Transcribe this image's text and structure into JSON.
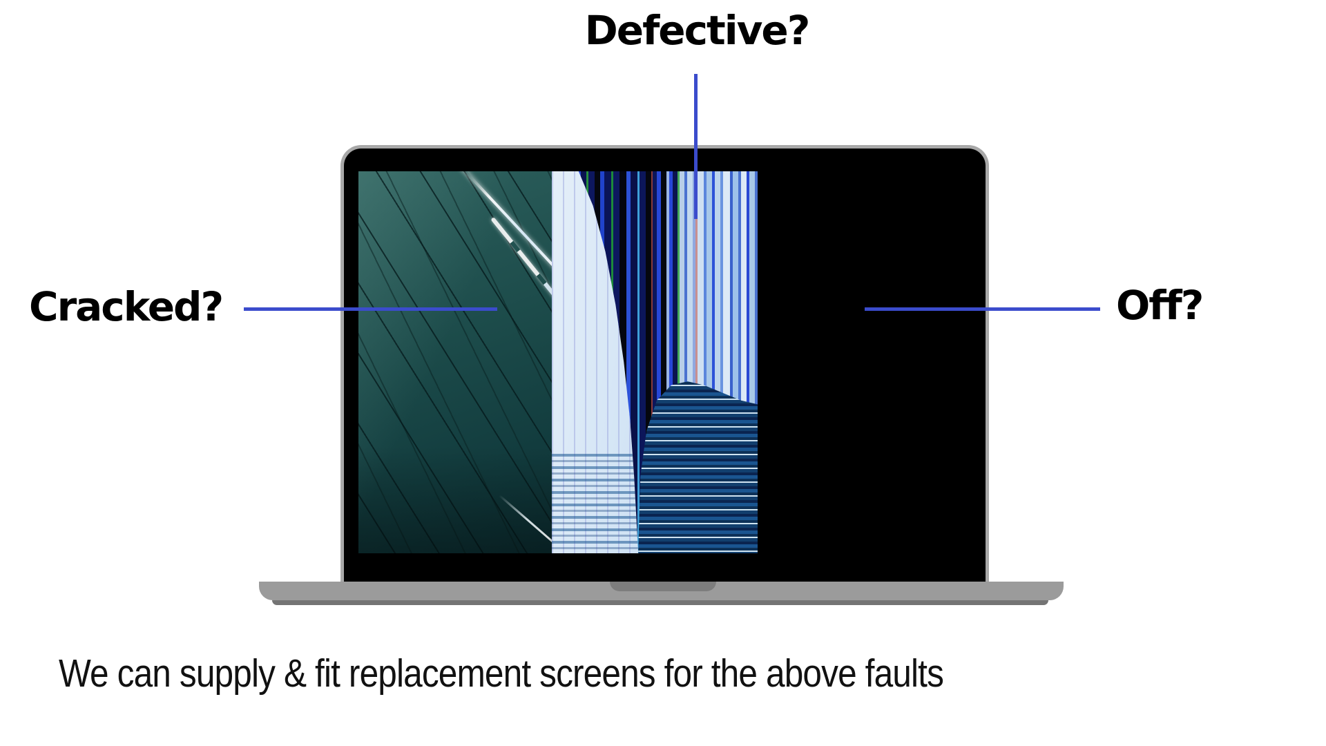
{
  "graphic": {
    "annotations": [
      {
        "label": "Cracked?"
      },
      {
        "label": "Defective?"
      },
      {
        "label": "Off?"
      }
    ],
    "caption": "We can supply & fit replacement screens for the above faults",
    "colors": {
      "pointer_line": "#3b4ccc",
      "heading_text": "#000000",
      "caption_text": "#111111",
      "laptop_frame_gray": "#a8a8a8",
      "laptop_base_gray": "#9b9b9b",
      "screen_off_black": "#000000",
      "cracked_screen_teal": "#1c4b4a",
      "defective_pale_blue": "#cfe2f4",
      "defective_navy": "#101a70"
    }
  }
}
